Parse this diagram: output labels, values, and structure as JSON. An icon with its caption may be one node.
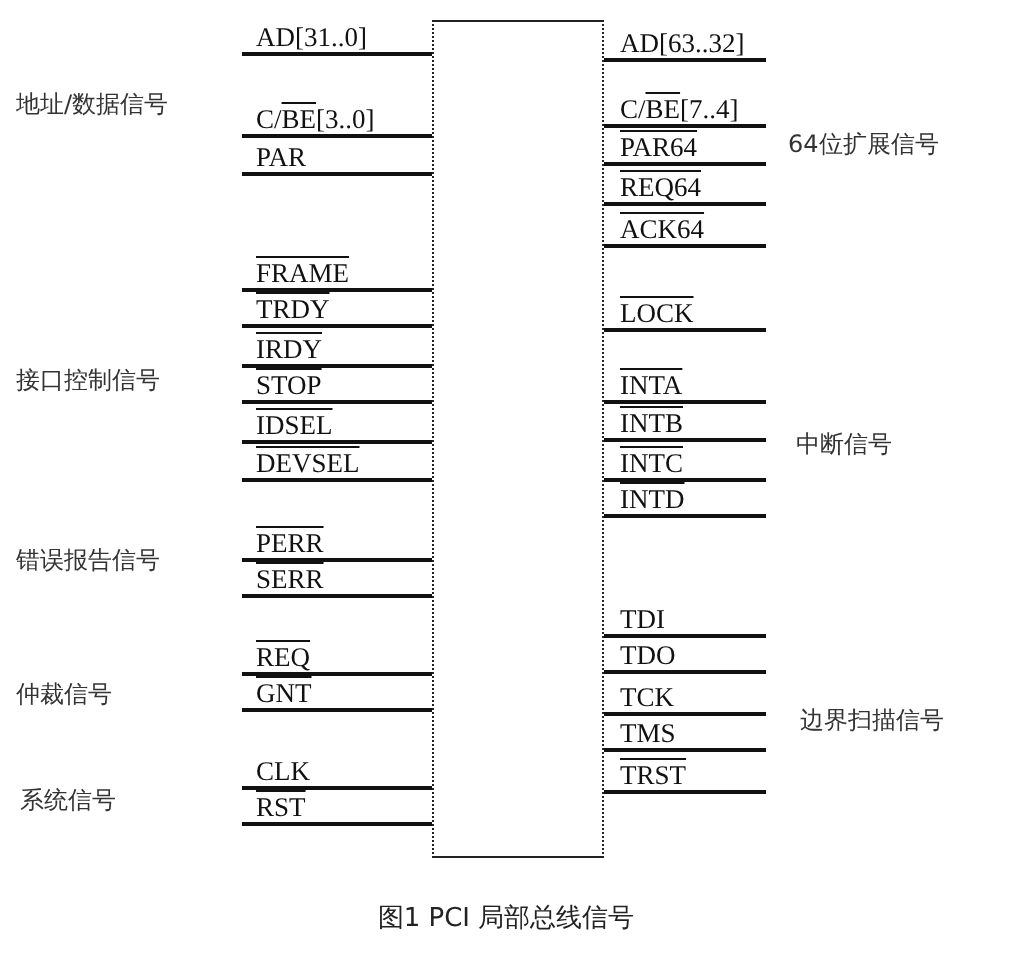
{
  "diagram": {
    "caption": "图1 PCI 局部总线信号",
    "nodes": [
      {
        "text": [],
        "shape": "box"
      }
    ],
    "edges": [],
    "labels": [
      "AD[31..0]",
      "AD[63..32]",
      "地址/数据信号",
      "C/BE[3..0]",
      "C/BE[7..4]",
      "PAR64",
      "64位扩展信号",
      "PAR",
      "REQ64",
      "ACK64",
      "FRAME",
      "TRDY",
      "LOCK",
      "IRDY",
      "接口控制信号",
      "STOP",
      "INTA",
      "IDSEL",
      "INTB",
      "中断信号",
      "DEVSEL",
      "INTC",
      "INTD",
      "错误报告信号",
      "PERR",
      "SERR",
      "TDI",
      "TDO",
      "仲裁信号",
      "REQ",
      "GNT",
      "TCK",
      "TMS",
      "边界扫描信号",
      "CLK",
      "TRST",
      "系统信号",
      "RST"
    ]
  }
}
